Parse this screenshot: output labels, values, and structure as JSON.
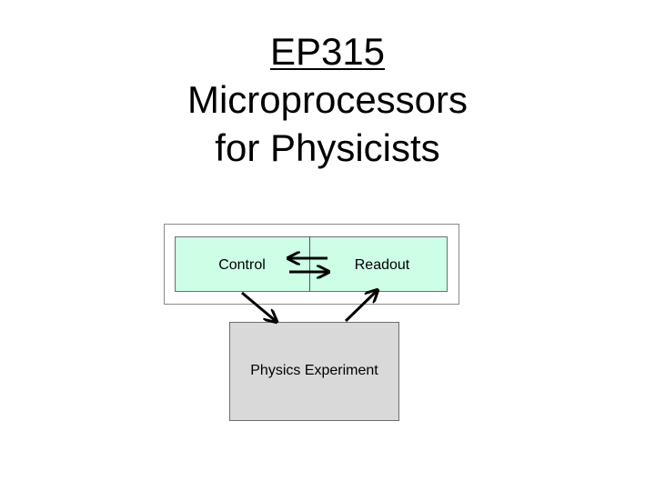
{
  "title": {
    "code": "EP315",
    "line2": "Microprocessors",
    "line3": "for Physicists"
  },
  "diagram": {
    "control_label": "Control",
    "readout_label": "Readout",
    "experiment_label": "Physics Experiment",
    "colors": {
      "computer_fill": "#ccffe6",
      "experiment_fill": "#d9d9d9",
      "arrow": "#000000"
    }
  }
}
